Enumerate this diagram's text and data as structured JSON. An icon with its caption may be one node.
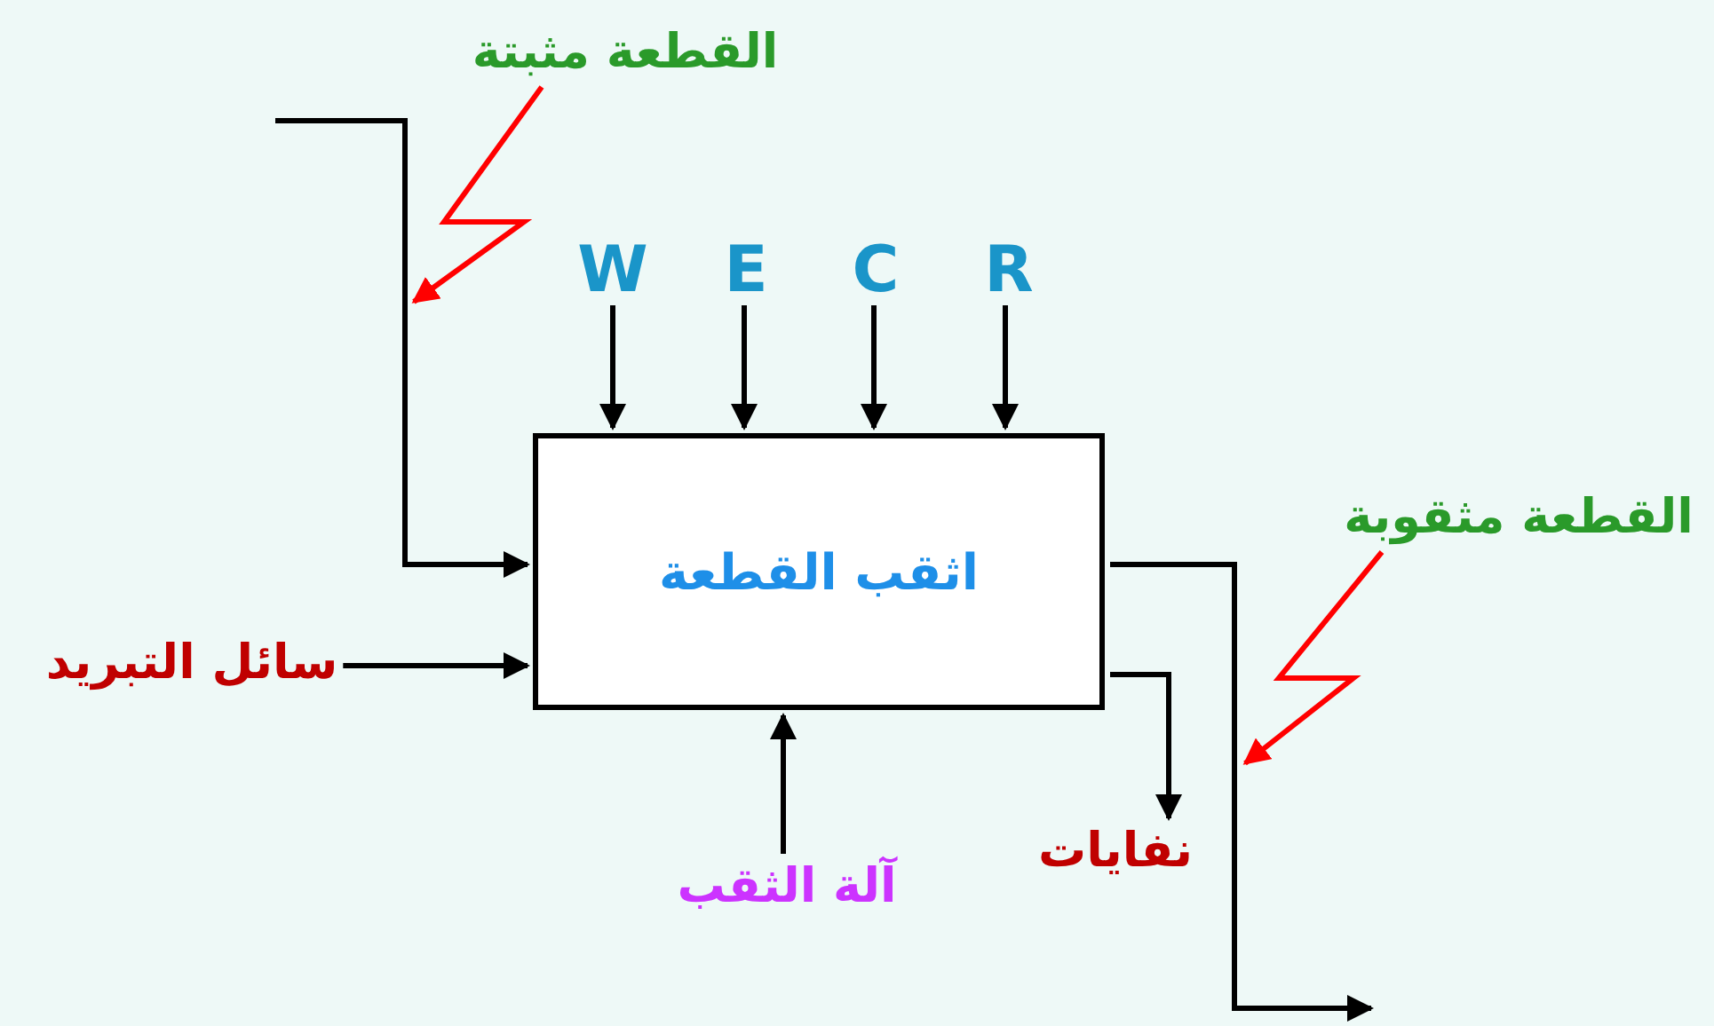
{
  "diagram": {
    "nodes": [
      {
        "text": [
          "اثقب القطعة"
        ]
      },
      {
        "text": [
          "W"
        ]
      },
      {
        "text": [
          "E"
        ]
      },
      {
        "text": [
          "C"
        ]
      },
      {
        "text": [
          "R"
        ]
      },
      {
        "text": [
          "سائل التبريد"
        ]
      },
      {
        "text": [
          "القطعة مثبتة"
        ]
      },
      {
        "text": [
          "آلة الثقب"
        ]
      },
      {
        "text": [
          "نفايات"
        ]
      },
      {
        "text": [
          "القطعة مثقوبة"
        ]
      }
    ],
    "edges": [
      {
        "from": null,
        "to": 0,
        "arrow": "to"
      },
      {
        "from": 6,
        "to": null,
        "arrow": "to",
        "color": "#ff0000"
      },
      {
        "from": 5,
        "to": 0,
        "arrow": "to"
      },
      {
        "from": 1,
        "to": 0,
        "arrow": "to"
      },
      {
        "from": 2,
        "to": 0,
        "arrow": "to"
      },
      {
        "from": 3,
        "to": 0,
        "arrow": "to"
      },
      {
        "from": 4,
        "to": 0,
        "arrow": "to"
      },
      {
        "from": 7,
        "to": 0,
        "arrow": "to"
      },
      {
        "from": 0,
        "to": null,
        "arrow": "to"
      },
      {
        "from": 0,
        "to": 8,
        "arrow": "to"
      },
      {
        "from": 9,
        "to": null,
        "arrow": "to",
        "color": "#ff0000"
      }
    ]
  }
}
